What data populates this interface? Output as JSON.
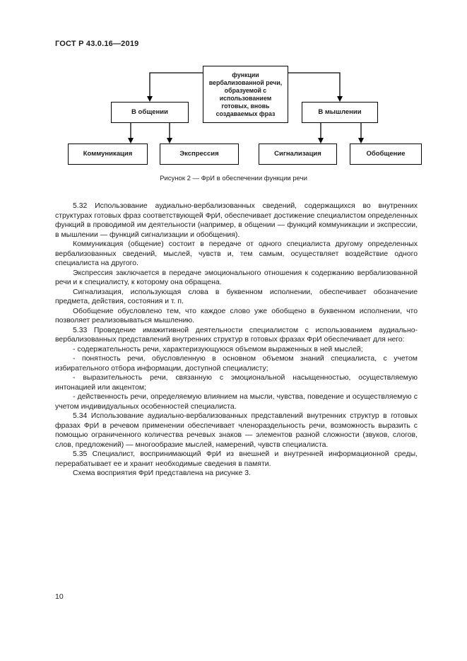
{
  "document": {
    "header": "ГОСТ Р 43.0.16—2019",
    "page_number": "10"
  },
  "figure": {
    "caption": "Рисунок 2 — ФрИ в обеспечении функции речи",
    "nodes": {
      "root": "функции вербализованной речи, образуемой с использованием готовых, вновь создаваемых фраз",
      "left_branch": "В общении",
      "right_branch": "В мышлении",
      "leaf_communication": "Коммуникация",
      "leaf_expression": "Экспрессия",
      "leaf_signaling": "Сигнализация",
      "leaf_generalization": "Обобщение"
    }
  },
  "body": {
    "paragraphs": [
      "5.32 Использование аудиально-вербализованных сведений, содержащихся во внутренних структурах готовых фраз соответствующей ФрИ, обеспечивает достижение специалистом определенных функций в проводимой им деятельности (например, в общении — функций коммуникации и экспрессии, в мышлении — функций сигнализации и обобщения).",
      "Коммуникация (общение) состоит в передаче от одного специалиста другому определенных вербализованных сведений, мыслей, чувств и, тем самым, осуществляет воздействие одного специалиста на другого.",
      "Экспрессия заключается в передаче эмоционального отношения к содержанию вербализованной речи и к специалисту, к которому она обращена.",
      "Сигнализация, использующая слова в буквенном исполнении, обеспечивает обозначение предмета, действия, состояния и т. п.",
      "Обобщение обусловлено тем, что каждое слово уже обобщено в буквенном исполнении, что позволяет реализовываться мышлению.",
      "5.33 Проведение имажитивной деятельности специалистом с использованием аудиально-вербализованных представлений внутренних структур в готовых фразах ФрИ обеспечивает для него:",
      "- содержательность речи, характеризующуюся объемом выраженных в ней мыслей;",
      "- понятность речи, обусловленную в основном объемом знаний специалиста, с учетом избирательного отбора информации, доступной специалисту;",
      "- выразительность речи, связанную с эмоциональной насыщенностью, осуществляемую интонацией или акцентом;",
      "- действенность речи, определяемую влиянием на мысли, чувства, поведение и осуществляемую с учетом индивидуальных особенностей специалиста.",
      "5.34 Использование аудиально-вербализованных представлений внутренних структур в готовых фразах ФрИ в речевом применении обеспечивает членораздельность речи, возможность выразить с помощью ограниченного количества речевых знаков — элементов разной сложности (звуков, слогов, слов, предложений) — многообразие мыслей, намерений, чувств специалиста.",
      "5.35 Специалист, воспринимающий ФрИ из внешней и внутренней информационной среды, перерабатывает ее и хранит необходимые сведения в памяти.",
      "Схема восприятия ФрИ представлена на рисунке 3."
    ]
  },
  "colors": {
    "ink": "#1c1c1c",
    "paper": "#ffffff",
    "box_border": "#000000"
  }
}
